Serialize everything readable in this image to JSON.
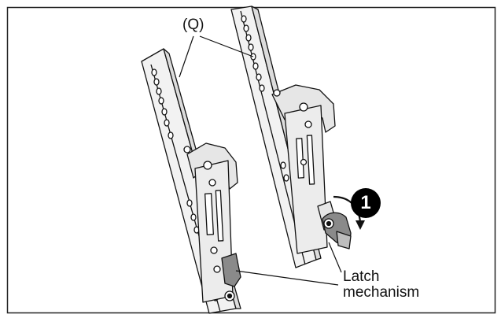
{
  "diagram": {
    "rail_label": "(Q)",
    "latch_label_line1": "Latch",
    "latch_label_line2": "mechanism",
    "step_number": "1"
  },
  "colors": {
    "line": "#111111",
    "rail_fill": "#f2f2f2",
    "part_fill": "#e6e6e6",
    "dark_part": "#8a8a8a",
    "frame": "#222222",
    "badge": "#000000"
  }
}
